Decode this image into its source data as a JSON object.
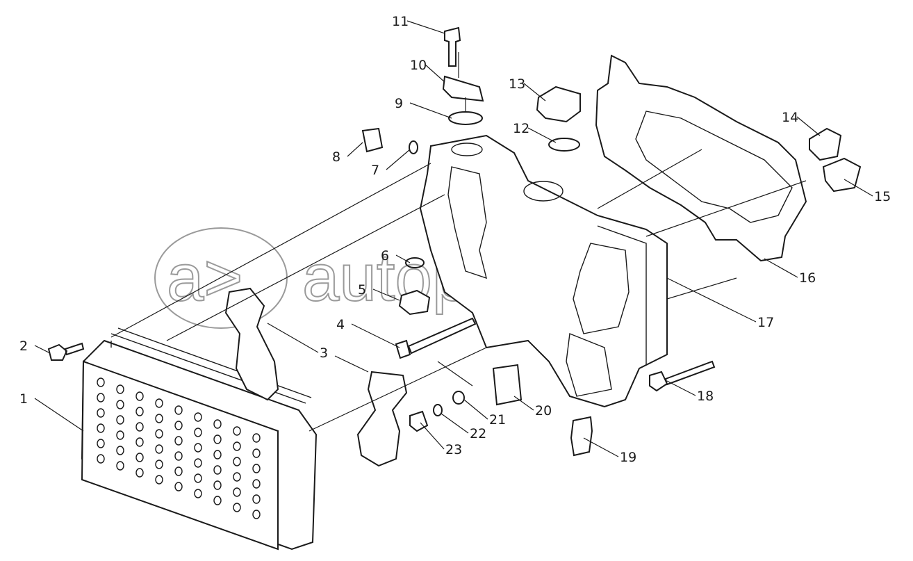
{
  "watermark": {
    "logo": "a>",
    "text": "autopiter.ru"
  },
  "callouts": [
    {
      "label": "1"
    },
    {
      "label": "2"
    },
    {
      "label": "3"
    },
    {
      "label": "4"
    },
    {
      "label": "5"
    },
    {
      "label": "6"
    },
    {
      "label": "7"
    },
    {
      "label": "8"
    },
    {
      "label": "9"
    },
    {
      "label": "10"
    },
    {
      "label": "11"
    },
    {
      "label": "12"
    },
    {
      "label": "13"
    },
    {
      "label": "14"
    },
    {
      "label": "15"
    },
    {
      "label": "16"
    },
    {
      "label": "17"
    },
    {
      "label": "18"
    },
    {
      "label": "19"
    },
    {
      "label": "20"
    },
    {
      "label": "21"
    },
    {
      "label": "22"
    },
    {
      "label": "23"
    }
  ]
}
